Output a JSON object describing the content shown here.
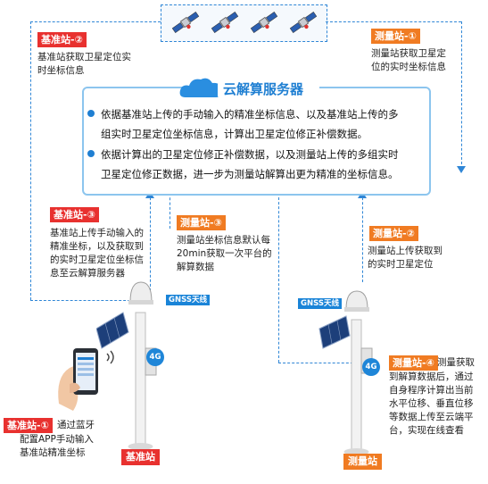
{
  "server": {
    "title": "云解算服务器",
    "bullets": [
      "依据基准站上传的手动输入的精准坐标信息、以及基准站上传的多",
      "组实时卫星定位坐标信息，计算出卫星定位修正补偿数据。",
      "依据计算出的卫星定位修正补偿数据，以及测量站上传的多组实时",
      "卫星定位修正数据，进一步为测量站解算出更为精准的坐标信息。"
    ]
  },
  "steps": {
    "base2": {
      "tag": "基准站-②",
      "lines": [
        "基准站获取卫星定位实",
        "时坐标信息"
      ]
    },
    "meas1": {
      "tag": "测量站-①",
      "lines": [
        "测量站获取卫星定",
        "位的实时坐标信息"
      ]
    },
    "base3": {
      "tag": "基准站-③",
      "lines": [
        "基准站上传手动输入的",
        "精准坐标，以及获取到",
        "的实时卫星定位坐标信",
        "息至云解算服务器"
      ]
    },
    "meas3": {
      "tag": "测量站-③",
      "lines": [
        "测量站坐标信息默认每",
        "20min获取一次平台的",
        "解算数据"
      ]
    },
    "meas2": {
      "tag": "测量站-②",
      "lines": [
        "测量站上传获取到",
        "的实时卫星定位"
      ]
    },
    "meas4": {
      "tag": "测量站-④",
      "lines": [
        "测量获取",
        "到解算数据后，通过",
        "自身程序计算出当前",
        "水平位移、垂直位移",
        "等数据上传至云端平",
        "台，实现在线查看"
      ]
    },
    "base1": {
      "tag": "基准站-①",
      "lines": [
        "通过蓝牙",
        "配置APP手动输入",
        "基准站精准坐标"
      ]
    }
  },
  "devices": {
    "base": {
      "gnss": "GNSS天线",
      "net": "4G",
      "label": "基准站"
    },
    "meas": {
      "gnss": "GNSS天线",
      "net": "4G",
      "label": "测量站"
    }
  },
  "icons": [
    "satellite-icon",
    "cloud-icon",
    "phone-icon",
    "signal-icon",
    "antenna-icon",
    "solar-panel-icon"
  ],
  "colors": {
    "accent": "#2f86d6",
    "red": "#e8312f",
    "orange": "#f07b22"
  }
}
